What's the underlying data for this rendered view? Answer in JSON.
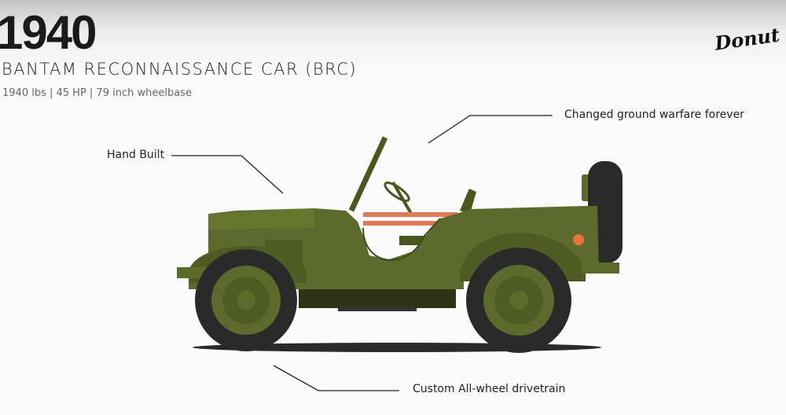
{
  "header": {
    "year": "1940",
    "model": "BANTAM RECONNAISSANCE CAR (BRC)",
    "specs": "1940 lbs | 45 HP | 79 inch wheelbase"
  },
  "logo": {
    "text": "Donut"
  },
  "annotations": [
    {
      "label": "Changed ground warfare forever"
    },
    {
      "label": "Hand Built"
    },
    {
      "label": "Custom All-wheel drivetrain"
    }
  ],
  "colors": {
    "body": "#5c6b2b",
    "dark": "#3f4a1c",
    "tire": "#2a2a2a",
    "accent": "#e07a5a",
    "lamp": "#e8733a"
  }
}
